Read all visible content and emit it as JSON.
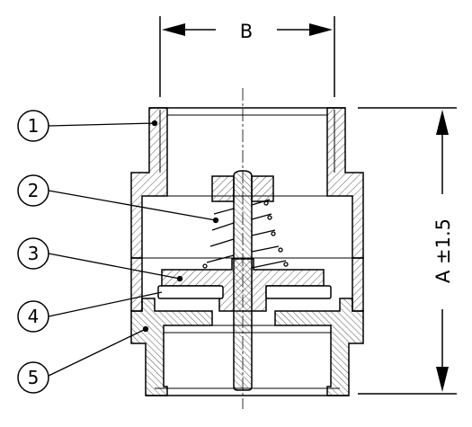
{
  "dimensions": {
    "width_label": "B",
    "height_label": "A ±1.5"
  },
  "callouts": [
    "1",
    "2",
    "3",
    "4",
    "5"
  ],
  "colors": {
    "line": "#000000",
    "hatch": "#555555",
    "background": "#ffffff"
  }
}
